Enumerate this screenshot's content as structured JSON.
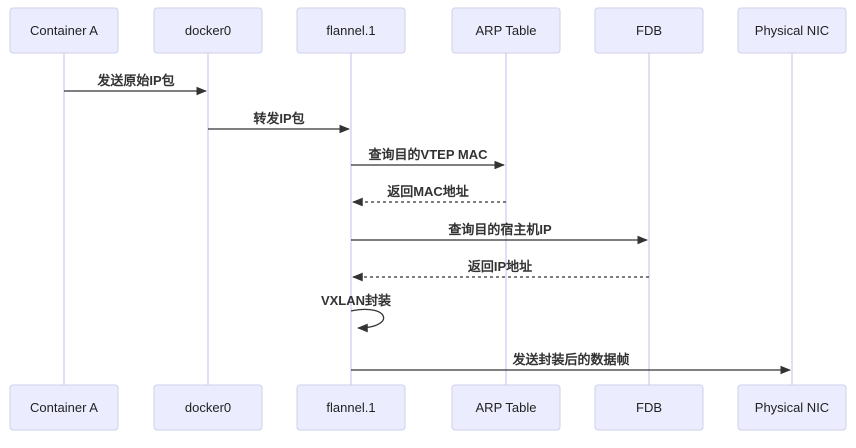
{
  "diagram_type": "sequence",
  "colors": {
    "actor_fill": "#ECECFF",
    "actor_border": "#CFCFEA",
    "lifeline": "#D8D4F2",
    "message_line": "#333333",
    "message_text": "#333333",
    "background": "#FFFFFF"
  },
  "actors": [
    {
      "label": "Container A"
    },
    {
      "label": "docker0"
    },
    {
      "label": "flannel.1"
    },
    {
      "label": "ARP Table"
    },
    {
      "label": "FDB"
    },
    {
      "label": "Physical NIC"
    }
  ],
  "messages": [
    {
      "from": "Container A",
      "to": "docker0",
      "label": "发送原始IP包",
      "line": "solid"
    },
    {
      "from": "docker0",
      "to": "flannel.1",
      "label": "转发IP包",
      "line": "solid"
    },
    {
      "from": "flannel.1",
      "to": "ARP Table",
      "label": "查询目的VTEP MAC",
      "line": "solid"
    },
    {
      "from": "ARP Table",
      "to": "flannel.1",
      "label": "返回MAC地址",
      "line": "dotted"
    },
    {
      "from": "flannel.1",
      "to": "FDB",
      "label": "查询目的宿主机IP",
      "line": "solid"
    },
    {
      "from": "FDB",
      "to": "flannel.1",
      "label": "返回IP地址",
      "line": "dotted"
    },
    {
      "from": "flannel.1",
      "to": "flannel.1",
      "label": "VXLAN封装",
      "line": "self"
    },
    {
      "from": "flannel.1",
      "to": "Physical NIC",
      "label": "发送封装后的数据帧",
      "line": "solid"
    }
  ]
}
